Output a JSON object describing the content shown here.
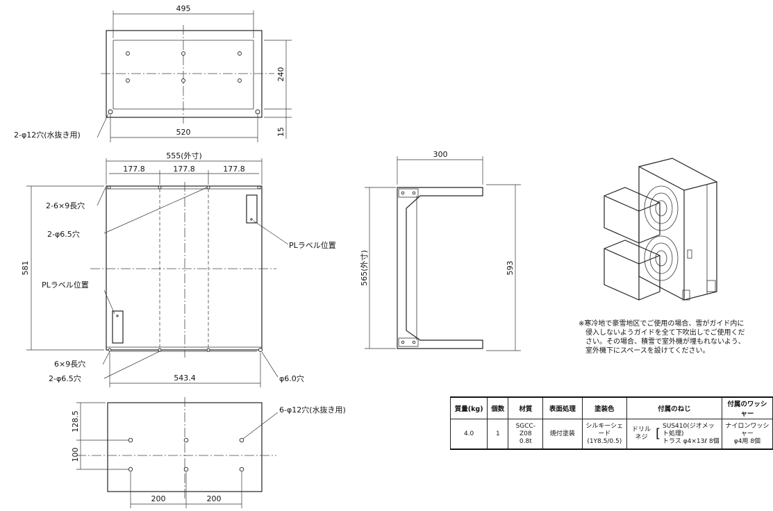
{
  "top_view": {
    "dim_width": "495",
    "dim_height": "240",
    "dim_hole_span": "520",
    "dim_edge": "15",
    "hole_label": "2-φ12穴(水抜き用)"
  },
  "front_view": {
    "dim_outer": "555(外寸)",
    "dim_pitch_1": "177.8",
    "dim_pitch_2": "177.8",
    "dim_pitch_3": "177.8",
    "dim_height": "581",
    "dim_bottom": "543.4",
    "label_slot_top": "2-6×9長穴",
    "label_hole_top": "2-φ6.5穴",
    "label_pl_right": "PLラベル位置",
    "label_pl_left": "PLラベル位置",
    "label_slot_bottom": "6×9長穴",
    "label_hole_bottom": "2-φ6.5穴",
    "label_hole_right": "φ6.0穴"
  },
  "side_view": {
    "dim_depth": "300",
    "dim_inner": "565(外寸)",
    "dim_outer": "593"
  },
  "bottom_view": {
    "dim_top": "128.5",
    "dim_mid": "100",
    "dim_pitch_1": "200",
    "dim_pitch_2": "200",
    "hole_label": "6-φ12穴(水抜き用)"
  },
  "note": {
    "line1": "※寒冷地で豪雪地区でご使用の場合、雪がガイド内に",
    "line2": "侵入しないようガイドを全て下吹出しでご使用くだ",
    "line3": "さい。その場合、積雪で室外機が埋もれないよう、",
    "line4": "室外機下にスペースを設けてください。"
  },
  "spec_table": {
    "headers": [
      "質量(kg)",
      "個数",
      "材質",
      "表面処理",
      "塗装色",
      "付属のねじ",
      "付属のワッシャー"
    ],
    "mass": "4.0",
    "count": "1",
    "material_1": "SGCC-Z08",
    "material_2": "0.8t",
    "surface": "焼付塗装",
    "color_1": "シルキーシェード",
    "color_2": "(1Y8.5/0.5)",
    "screw_prefix": "ドリルネジ",
    "screw_1": "SUS410(ジオメット処理)",
    "screw_2": "トラス φ4×13ℓ 8個",
    "washer_1": "ナイロンワッシャー",
    "washer_2": "φ4用 8個"
  }
}
